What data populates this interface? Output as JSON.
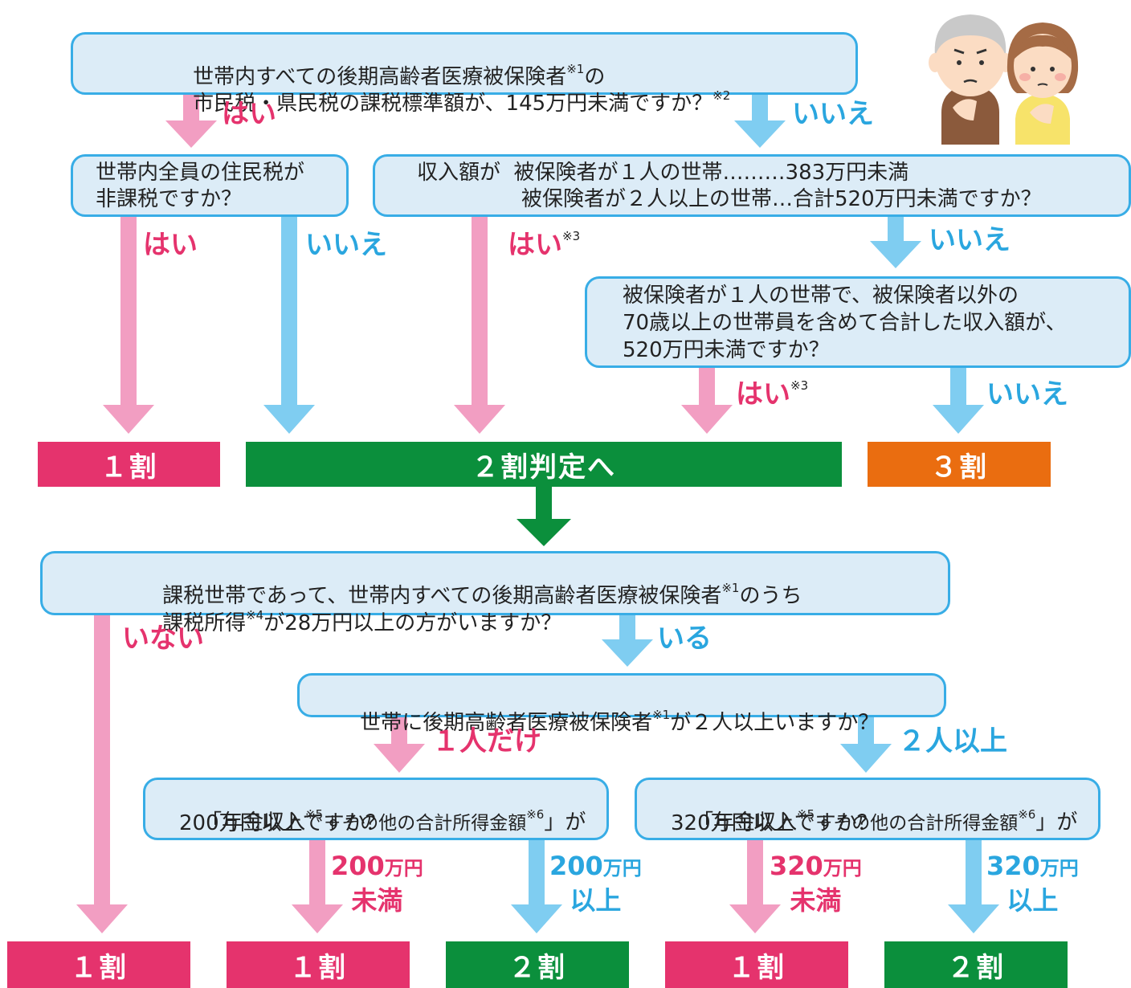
{
  "colors": {
    "question_fill": "#dcecf7",
    "question_border": "#38ade6",
    "yes_arrow": "#f29ec2",
    "no_arrow": "#7fcdf1",
    "yes_text": "#e5336d",
    "no_text": "#2aa6df",
    "result_1wari": "#e5336d",
    "result_2wari": "#0b8f3c",
    "result_3wari": "#ea6d10"
  },
  "questions": {
    "q1": {
      "line1": "世帯内すべての後期高齢者医療被保険者",
      "line1_note": "※1",
      "line1_tail": "の",
      "line2": "市民税・県民税の課税標準額が、145万円未満ですか？",
      "line2_note": "※2"
    },
    "q2": {
      "line1": "世帯内全員の住民税が",
      "line2": "非課税ですか？"
    },
    "q3": {
      "line1": "収入額が  被保険者が１人の世帯………383万円未満",
      "line2": "被保険者が２人以上の世帯…合計520万円未満ですか？"
    },
    "q4": {
      "line1": "被保険者が１人の世帯で、被保険者以外の",
      "line2": "70歳以上の世帯員を含めて合計した収入額が、",
      "line3": "520万円未満ですか？"
    },
    "q5": {
      "line1": "課税世帯であって、世帯内すべての後期高齢者医療被保険者",
      "line1_note": "※1",
      "line1_tail": "のうち",
      "line2_head": "課税所得",
      "line2_note": "※4",
      "line2_tail": "が28万円以上の方がいますか？"
    },
    "q6": {
      "line1_head": "世帯に後期高齢者医療被保険者",
      "line1_note": "※1",
      "line1_tail": "が２人以上いますか？"
    },
    "q7": {
      "head": "「年金収入",
      "note1": "※5",
      "mid": "＋その他の合計所得金額",
      "note2": "※6",
      "tail": "」が",
      "line2": "200万円以上ですか？"
    },
    "q8": {
      "head": "「年金収入",
      "note1": "※5",
      "mid": "＋その他の合計所得金額",
      "note2": "※6",
      "tail": "」が",
      "line2": "320万円以上ですか？"
    }
  },
  "labels": {
    "q1_yes": "はい",
    "q1_no": "いいえ",
    "q2_yes": "はい",
    "q2_no": "いいえ",
    "q3_yes": "はい",
    "q3_yes_note": "※3",
    "q3_no": "いいえ",
    "q4_yes": "はい",
    "q4_yes_note": "※3",
    "q4_no": "いいえ",
    "q5_no": "いない",
    "q5_yes": "いる",
    "q6_one": "１人だけ",
    "q6_two": "２人以上",
    "q7_under_amount": "200",
    "q7_under_unit": "万円",
    "q7_under_word": "未満",
    "q7_over_amount": "200",
    "q7_over_unit": "万円",
    "q7_over_word": "以上",
    "q8_under_amount": "320",
    "q8_under_unit": "万円",
    "q8_under_word": "未満",
    "q8_over_amount": "320",
    "q8_over_unit": "万円",
    "q8_over_word": "以上"
  },
  "results": {
    "top_1wari": "１割",
    "top_2wari_judge": "２割判定へ",
    "top_3wari": "３割",
    "bottom": [
      "１割",
      "１割",
      "２割",
      "１割",
      "２割"
    ]
  },
  "illustration": "elderly-couple-thinking-illustration"
}
